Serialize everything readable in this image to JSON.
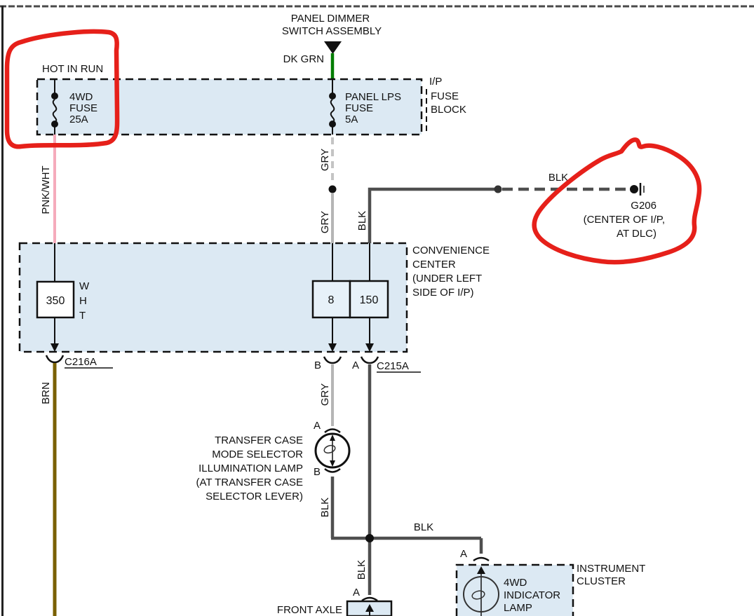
{
  "colors": {
    "box_fill": "#dce9f3",
    "inner_box_fill": "#e7f1f9",
    "line_black": "#111111",
    "wire_gray": "#b5b5b5",
    "wire_dashed_gray": "#c4c4c4",
    "wire_black": "#4f4f4f",
    "wire_green": "#007d00",
    "wire_pink": "#f5abbc",
    "wire_brown": "#7a6000",
    "annotation_red": "#e6201a"
  },
  "panel_dimmer_switch": {
    "name_line1": "PANEL DIMMER",
    "name_line2": "SWITCH ASSEMBLY",
    "wire_label": "DK GRN"
  },
  "fuse_block": {
    "hot_label": "HOT IN RUN",
    "fuse_4wd": [
      "4WD",
      "FUSE",
      "25A"
    ],
    "fuse_panel_lps": [
      "PANEL LPS",
      "FUSE",
      "5A"
    ],
    "block_label": [
      "I/P",
      "FUSE",
      "BLOCK"
    ]
  },
  "wire_labels": {
    "pnk_wht": "PNK/WHT",
    "gry_upper": "GRY",
    "gry_mid": "GRY",
    "gry_lamp": "GRY",
    "blk_ground": "BLK",
    "blk_center": "BLK",
    "blk_below_lamp": "BLK",
    "blk_branch": "BLK",
    "blk_front_axle": "BLK",
    "brn": "BRN"
  },
  "ground": {
    "id": "G206",
    "location_line1": "(CENTER OF I/P,",
    "location_line2": "AT DLC)"
  },
  "convenience_center": {
    "label": [
      "CONVENIENCE",
      "CENTER",
      "(UNDER LEFT",
      "SIDE OF I/P)"
    ],
    "component_350": "350",
    "component_350_color": [
      "W",
      "H",
      "T"
    ],
    "component_8": "8",
    "component_150": "150"
  },
  "connectors": {
    "c216a": "C216A",
    "c215a": "C215A",
    "c215a_pin_b": "B",
    "c215a_pin_a": "A",
    "lamp_pin_a": "A",
    "lamp_pin_b": "B",
    "cluster_pin_a": "A",
    "front_axle_pin_a": "A"
  },
  "transfer_case_lamp": {
    "label": [
      "TRANSFER CASE",
      "MODE SELECTOR",
      "ILLUMINATION LAMP",
      "(AT TRANSFER CASE",
      "SELECTOR LEVER)"
    ]
  },
  "front_axle": {
    "label": "FRONT AXLE"
  },
  "instrument_cluster": {
    "label_line1": "INSTRUMENT",
    "label_line2": "CLUSTER",
    "lamp_label": [
      "4WD",
      "INDICATOR",
      "LAMP"
    ]
  }
}
